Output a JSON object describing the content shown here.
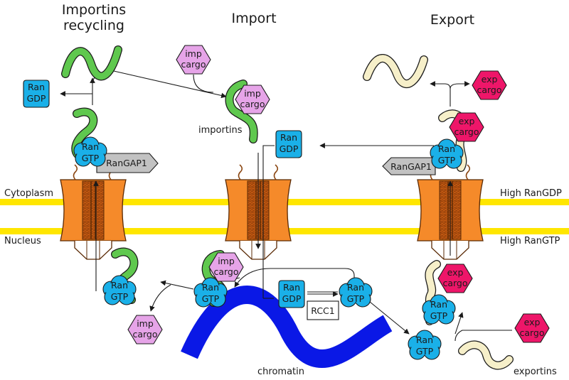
{
  "titles": {
    "recycling_line1": "Importins",
    "recycling_line2": "recycling",
    "import": "Import",
    "export": "Export"
  },
  "compartments": {
    "cytoplasm": "Cytoplasm",
    "nucleus": "Nucleus",
    "high_ran_gdp": "High RanGDP",
    "high_ran_gtp": "High RanGTP"
  },
  "molecules": {
    "ran": "Ran",
    "gdp": "GDP",
    "gtp": "GTP",
    "imp": "imp",
    "exp": "exp",
    "cargo": "cargo",
    "rangap1": "RanGAP1",
    "rcc1": "RCC1"
  },
  "labels": {
    "importins": "importins",
    "exportins": "exportins",
    "chromatin": "chromatin"
  },
  "colors": {
    "membrane": "#ffe600",
    "pore": "#f58a2a",
    "pore_core": "#c45a12",
    "ran": "#1ab0e8",
    "importin": "#5fc84e",
    "exportin": "#f6efc9",
    "imp_cargo": "#e6a4e8",
    "exp_cargo": "#ee1669",
    "rangap1": "#c2c2c2",
    "chromatin": "#0a18e6"
  }
}
